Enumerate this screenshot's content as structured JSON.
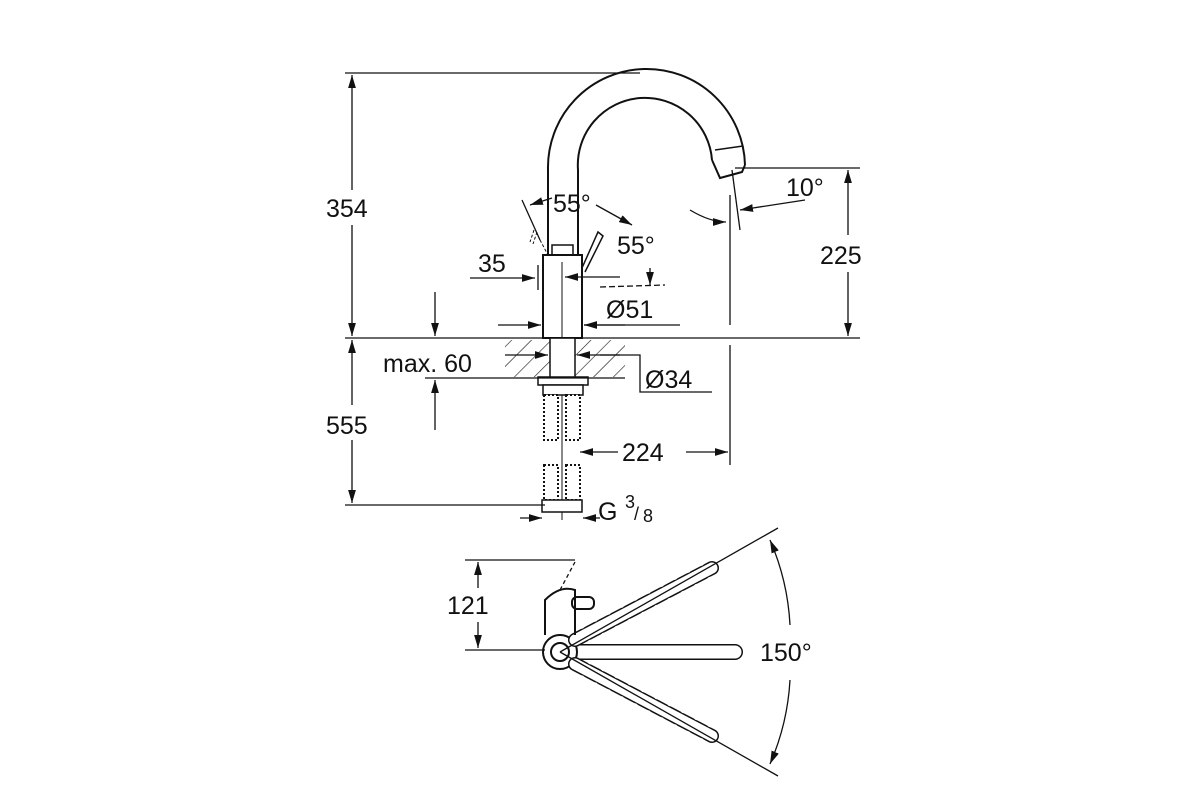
{
  "dimensions": {
    "total_height": "354",
    "below_counter": "555",
    "spout_height": "225",
    "spout_reach": "224",
    "spout_angle": "10°",
    "lever_angle_left": "55°",
    "lever_angle_right": "55°",
    "lever_offset": "35",
    "body_diameter": "Ø51",
    "hole_diameter": "Ø34",
    "max_thickness": "max. 60",
    "connection_prefix": "G",
    "connection_num": "3",
    "connection_den": "8",
    "lever_depth": "121",
    "swivel_angle": "150°"
  },
  "colors": {
    "line": "#111111",
    "background": "#ffffff"
  }
}
